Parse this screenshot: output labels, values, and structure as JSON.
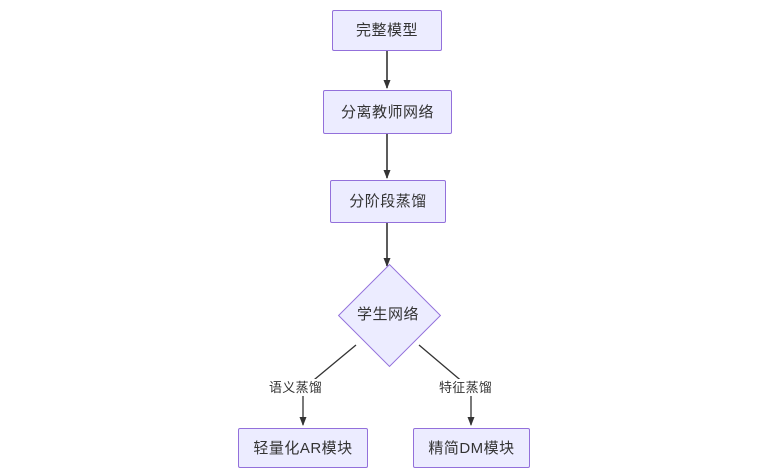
{
  "diagram": {
    "type": "flowchart",
    "direction": "top-down",
    "background_color": "#ffffff",
    "node_fill_color": "#ECECFF",
    "node_border_color": "#9370DB",
    "text_color": "#333333",
    "edge_color": "#333333",
    "nodes": [
      {
        "id": "full-model",
        "label": "完整模型",
        "shape": "rect"
      },
      {
        "id": "separate-teacher-network",
        "label": "分离教师网络",
        "shape": "rect"
      },
      {
        "id": "staged-distillation",
        "label": "分阶段蒸馏",
        "shape": "rect"
      },
      {
        "id": "student-network",
        "label": "学生网络",
        "shape": "diamond"
      },
      {
        "id": "lightweight-ar-module",
        "label": "轻量化AR模块",
        "shape": "rect"
      },
      {
        "id": "simplified-dm-module",
        "label": "精简DM模块",
        "shape": "rect"
      }
    ],
    "edges": [
      {
        "from": "full-model",
        "to": "separate-teacher-network",
        "label": ""
      },
      {
        "from": "separate-teacher-network",
        "to": "staged-distillation",
        "label": ""
      },
      {
        "from": "staged-distillation",
        "to": "student-network",
        "label": ""
      },
      {
        "from": "student-network",
        "to": "lightweight-ar-module",
        "label": "语义蒸馏"
      },
      {
        "from": "student-network",
        "to": "simplified-dm-module",
        "label": "特征蒸馏"
      }
    ]
  }
}
